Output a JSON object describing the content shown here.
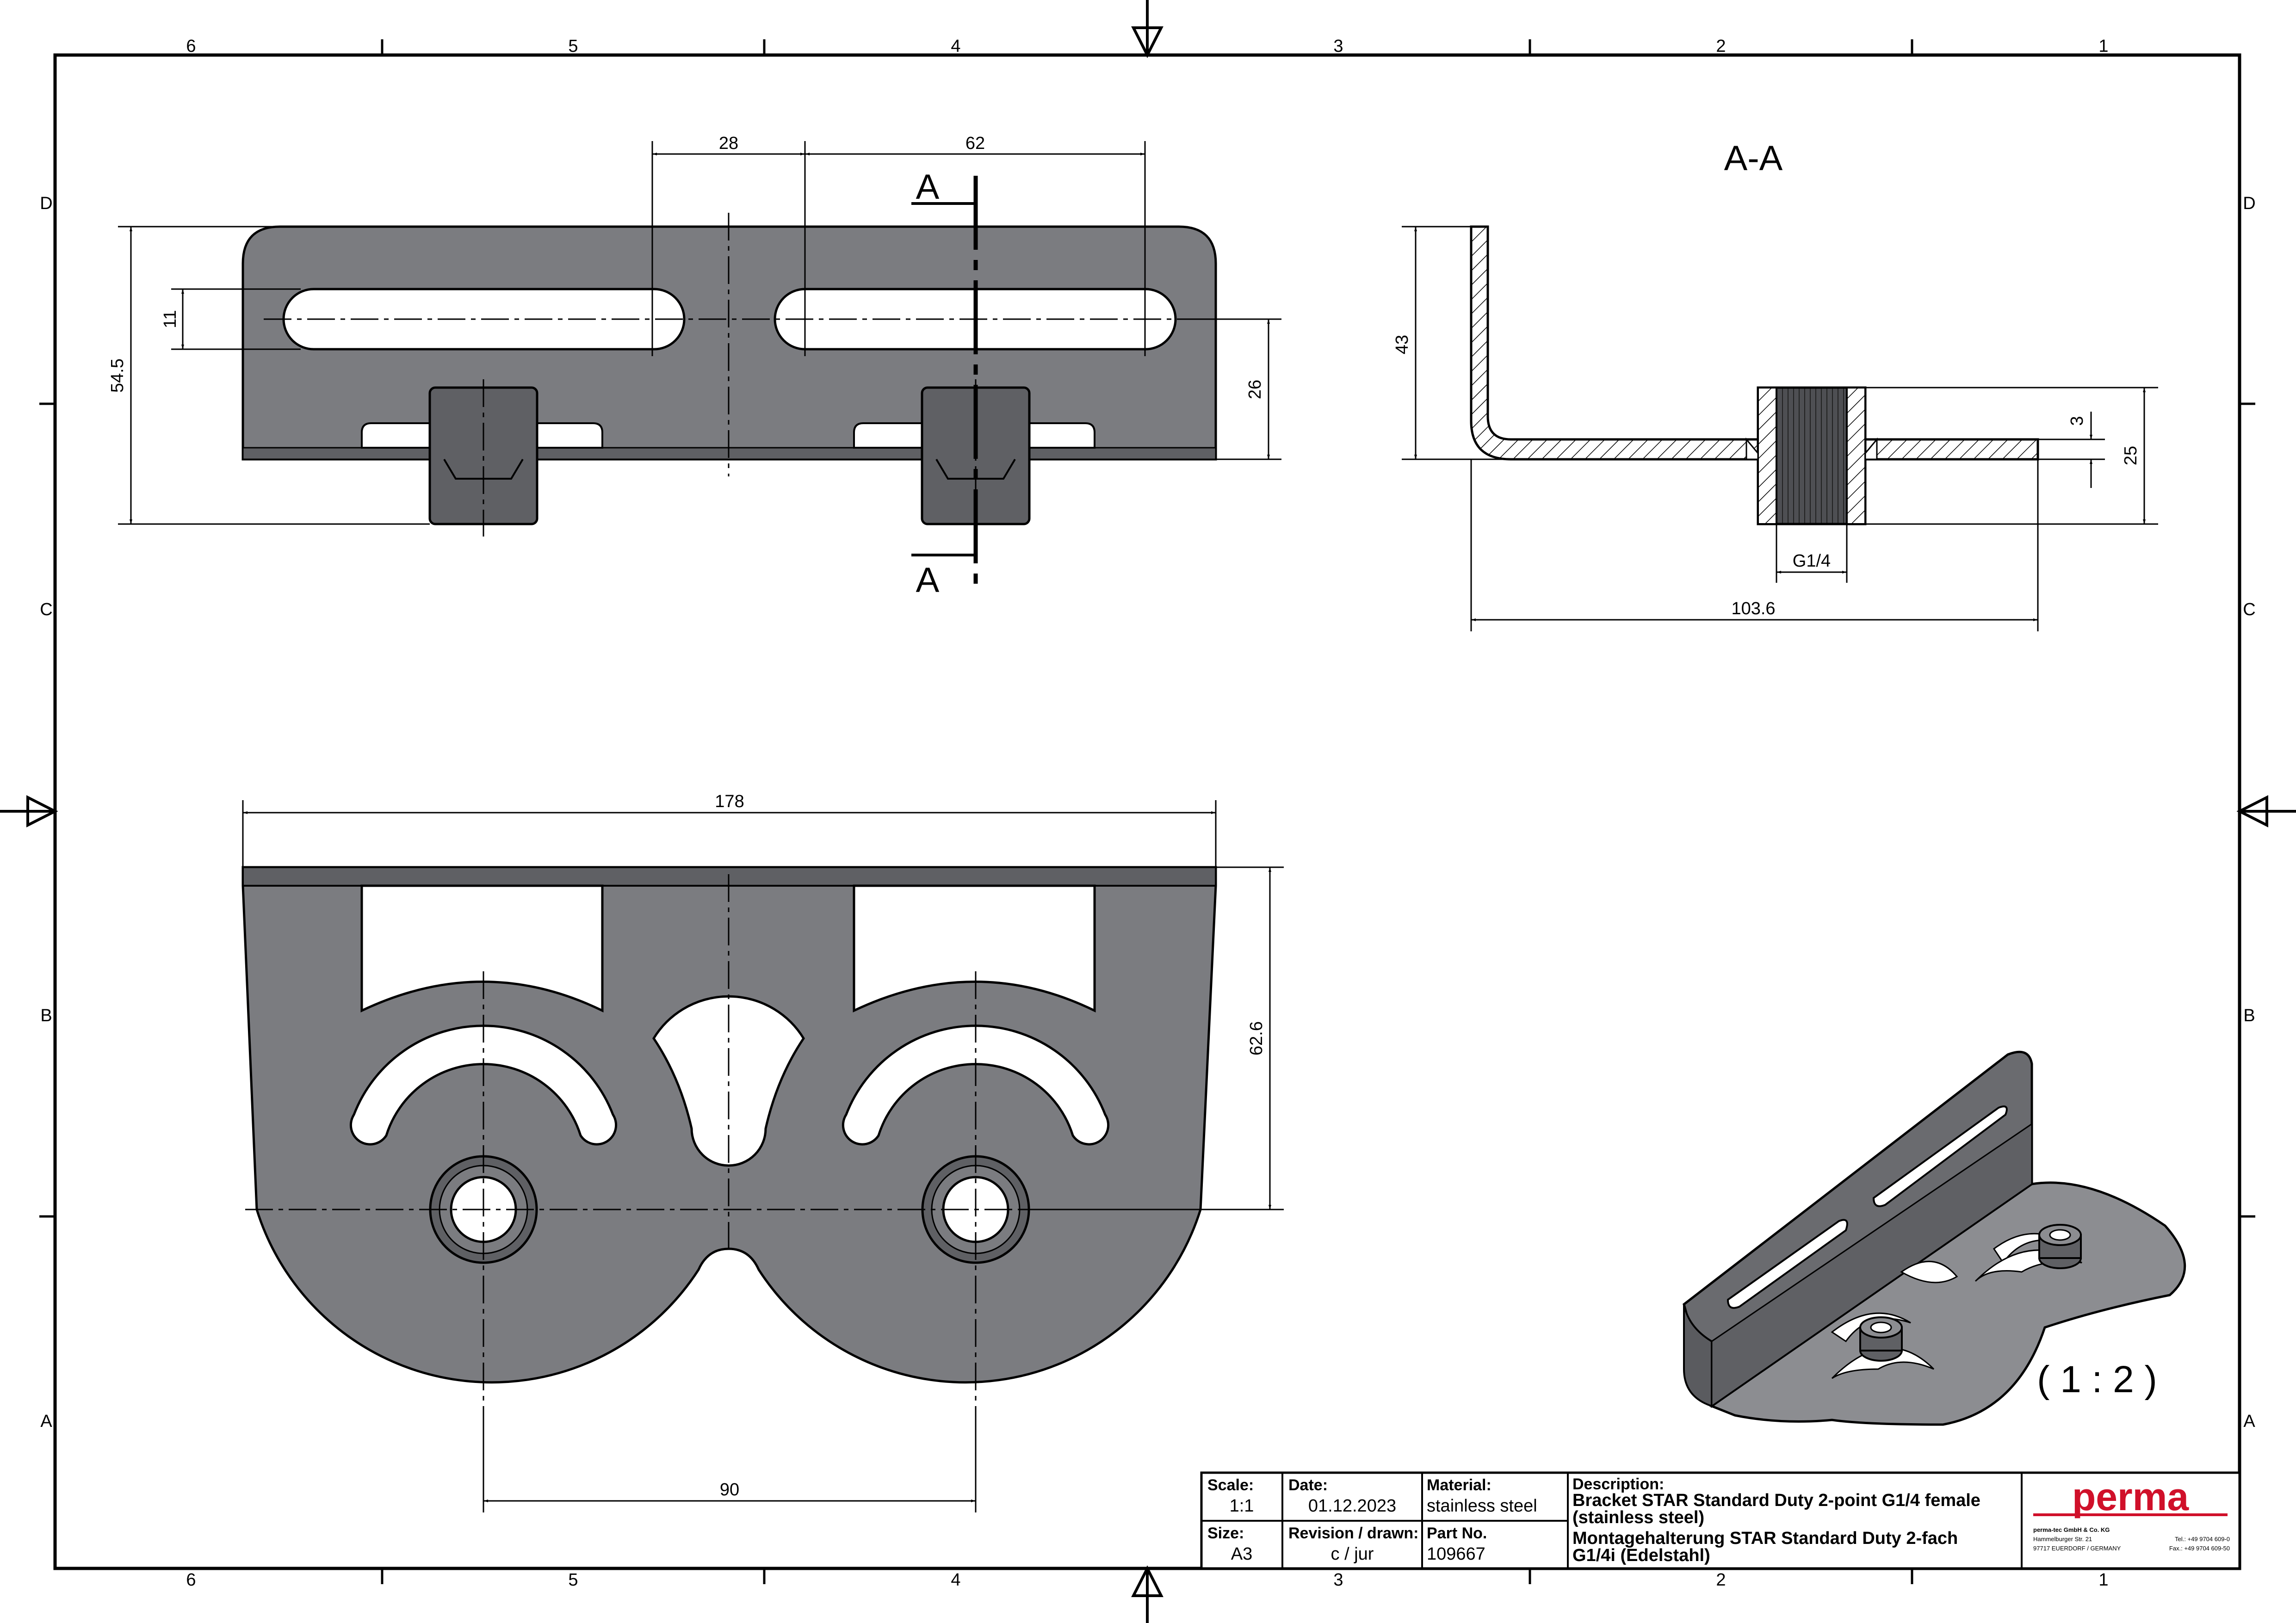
{
  "border": {
    "columns": [
      "6",
      "5",
      "4",
      "3",
      "2",
      "1"
    ],
    "rows": [
      "D",
      "C",
      "B",
      "A"
    ]
  },
  "views": {
    "front_view": {
      "dim_28": "28",
      "dim_62": "62",
      "dim_11": "11",
      "dim_54_5": "54.5",
      "dim_26": "26",
      "section_mark": "A"
    },
    "section_view": {
      "title": "A-A",
      "dim_43": "43",
      "dim_3": "3",
      "dim_25": "25",
      "dim_thread": "G1/4",
      "dim_103_6": "103.6"
    },
    "top_view": {
      "dim_178": "178",
      "dim_62_6": "62.6",
      "dim_90": "90"
    },
    "iso_view": {
      "scale_note": "( 1 : 2 )"
    }
  },
  "title_block": {
    "scale_label": "Scale:",
    "scale_value": "1:1",
    "date_label": "Date:",
    "date_value": "01.12.2023",
    "material_label": "Material:",
    "material_value": "stainless steel",
    "size_label": "Size:",
    "size_value": "A3",
    "revision_label": "Revision / drawn:",
    "revision_value": "c / jur",
    "partno_label": "Part No.",
    "partno_value": "109667",
    "description_label": "Description:",
    "description_lines": [
      "Bracket STAR Standard Duty 2-point G1/4 female",
      "(stainless steel)",
      "Montagehalterung STAR Standard Duty 2-fach",
      "G1/4i (Edelstahl)"
    ],
    "company": {
      "logo": "perma",
      "name": "perma-tec GmbH & Co. KG",
      "street": "Hammelburger Str. 21",
      "city": "97717 EUERDORF / GERMANY",
      "tel": "Tel.: +49 9704 609-0",
      "fax": "Fax.: +49 9704 609-50"
    }
  },
  "colors": {
    "part_fill": "#7b7c80",
    "part_dark": "#5f6064",
    "logo_red": "#d0102a",
    "line": "#000000"
  }
}
